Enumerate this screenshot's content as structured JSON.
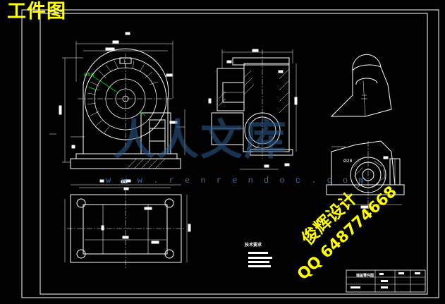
{
  "heading": "工件图",
  "watermark": {
    "site_url": "w w w . r e n r e n d o c . c o m",
    "brand_text": "人人文库",
    "designer_text": "俊辉设计",
    "qq_text": "QQ  648774668"
  },
  "drawing": {
    "dimension_label_green": "Ø56",
    "dimension_label_right": "Ø28",
    "tech_requirements_title": "技术要求",
    "title_block_name": "端盖零件图"
  },
  "colors": {
    "background": "#000000",
    "line": "#ffffff",
    "heading": "#ffff00",
    "dimension_green": "#00ff00",
    "watermark_blue": "#2e5f93"
  }
}
